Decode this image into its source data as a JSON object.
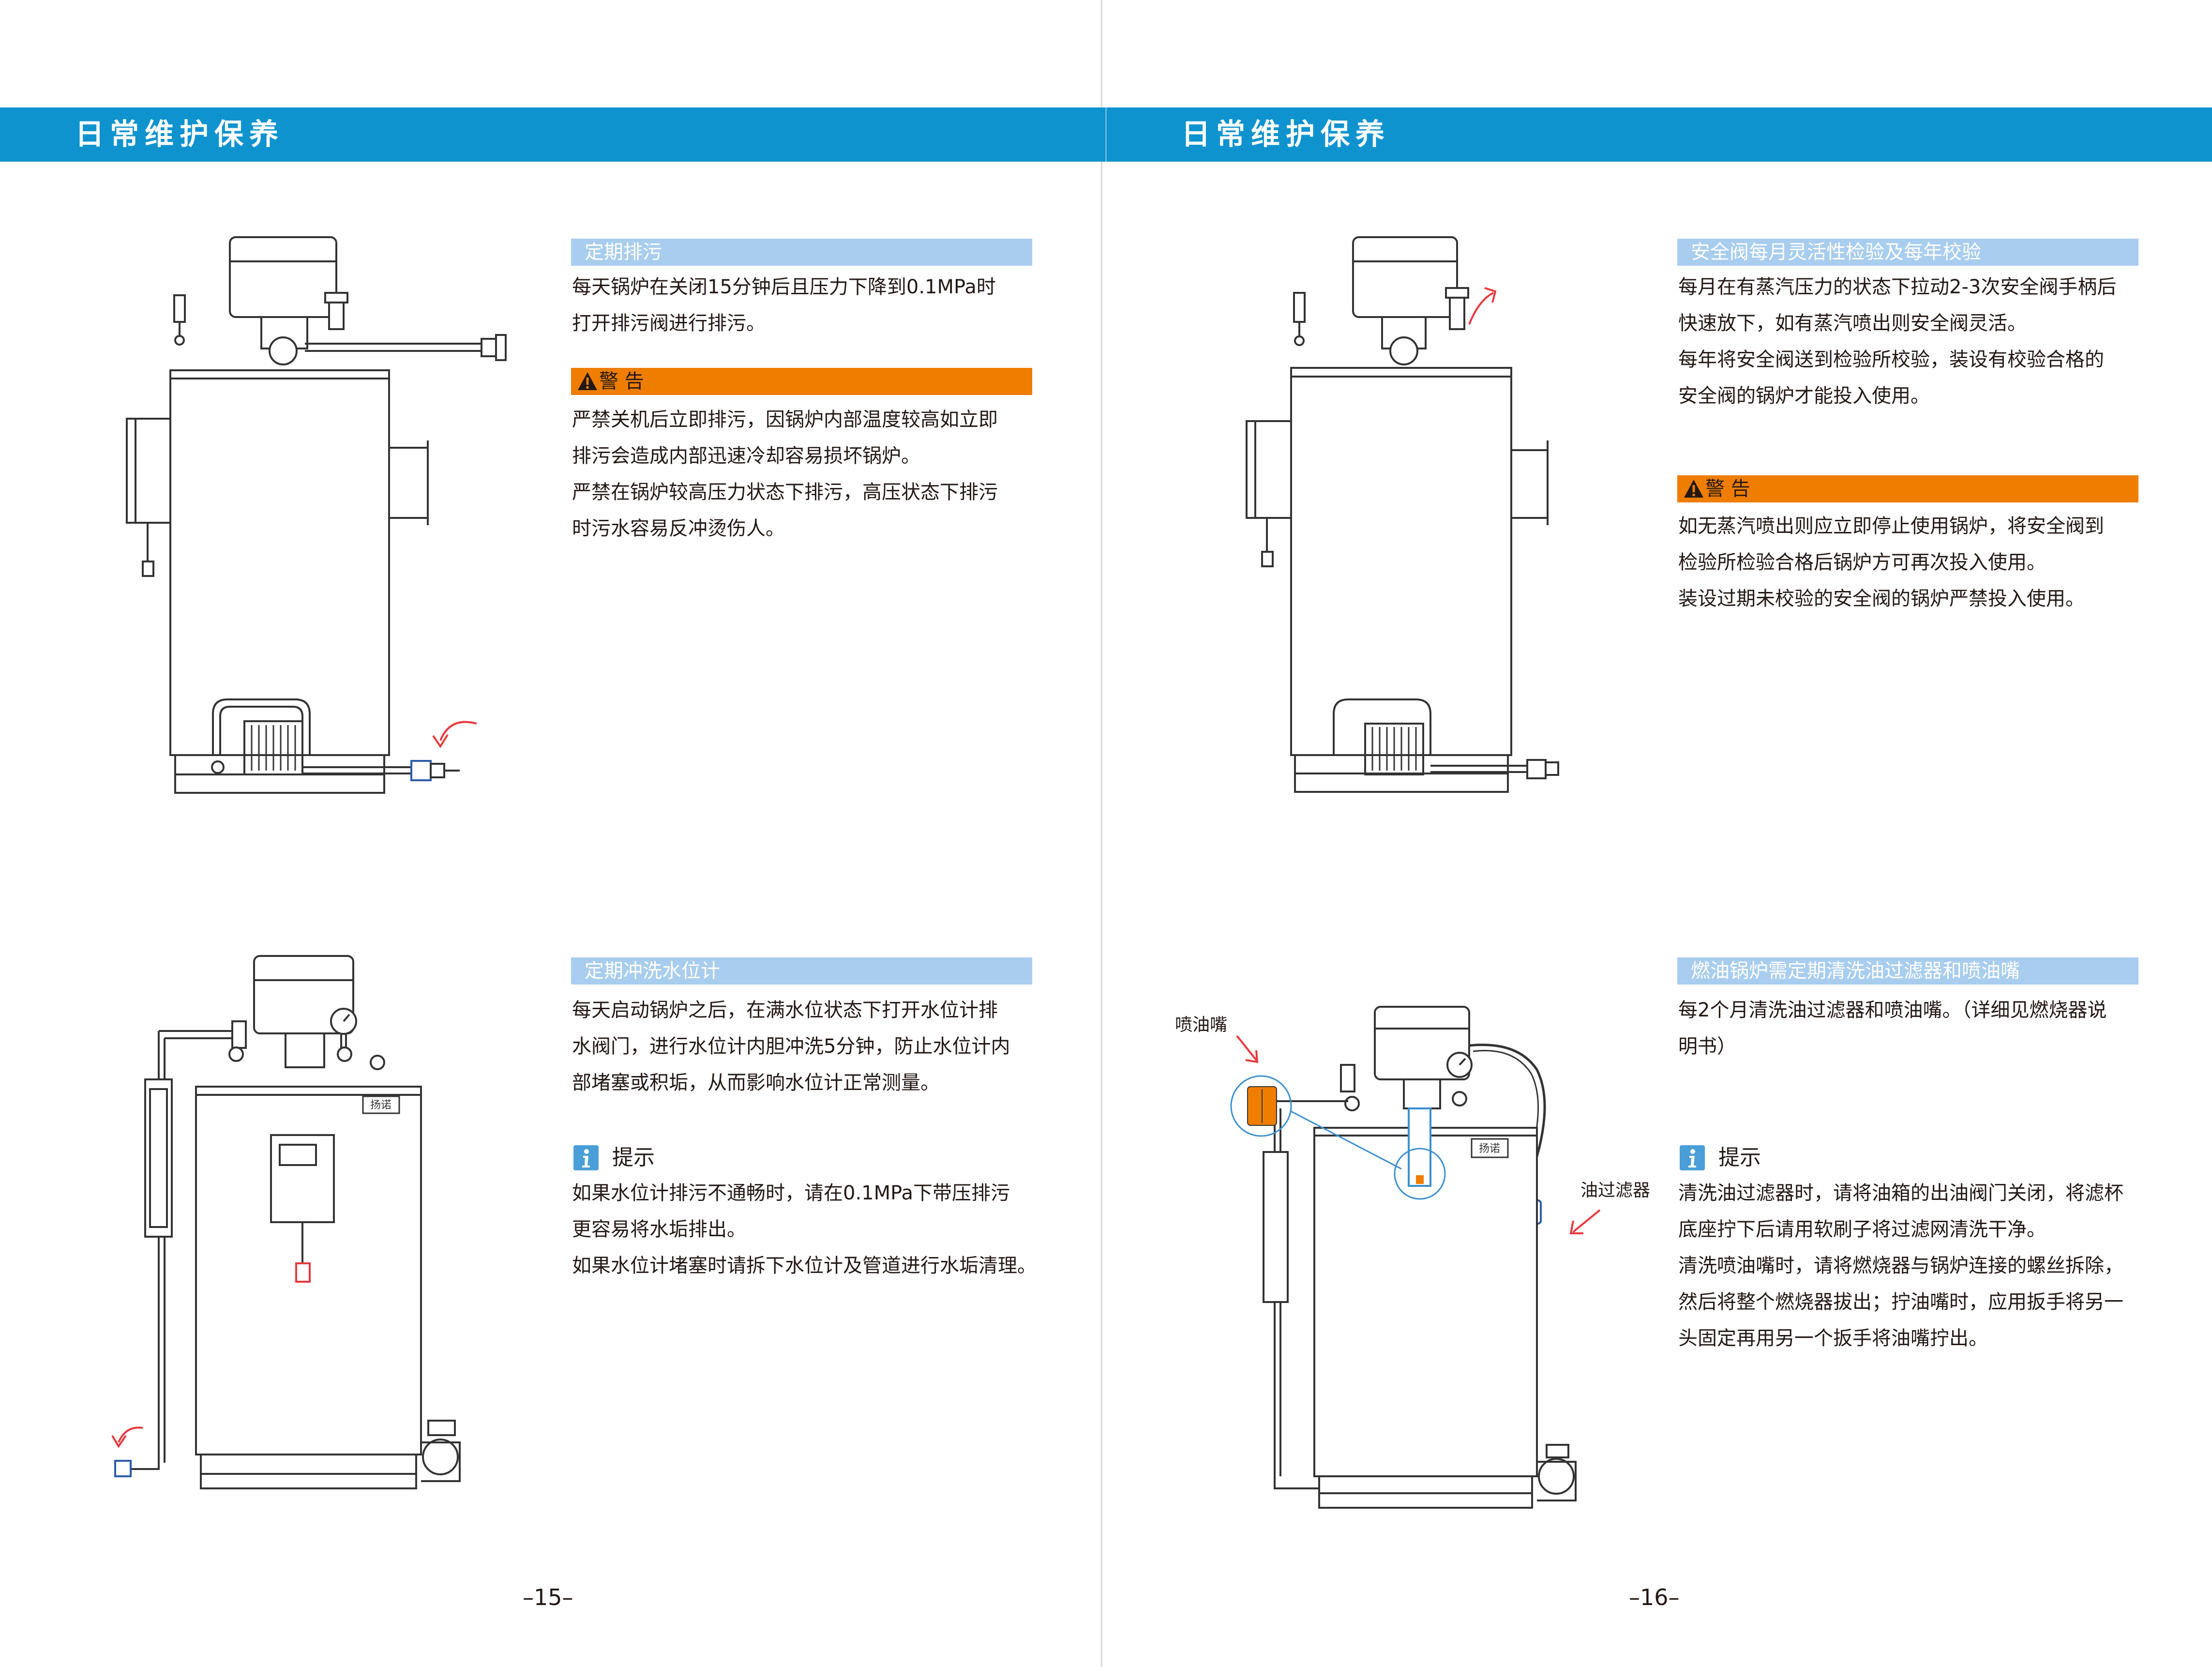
{
  "left": {
    "header_title": "日常维护保养",
    "sec1": {
      "title": "定期排污",
      "lines": [
        "每天锅炉在关闭15分钟后且压力下降到0.1MPa时",
        "打开排污阀进行排污。"
      ],
      "warning_label": "警 告",
      "warning_lines": [
        "严禁关机后立即排污，因锅炉内部温度较高如立即",
        "排污会造成内部迅速冷却容易损坏锅炉。",
        "严禁在锅炉较高压力状态下排污，高压状态下排污",
        "时污水容易反冲烫伤人。"
      ]
    },
    "sec2": {
      "title": "定期冲洗水位计",
      "lines": [
        "每天启动锅炉之后，在满水位状态下打开水位计排",
        "水阀门，进行水位计内胆冲洗5分钟，防止水位计内",
        "部堵塞或积垢，从而影响水位计正常测量。"
      ],
      "tip_label": "提示",
      "tip_lines": [
        "如果水位计排污不通畅时，请在0.1MPa下带压排污",
        "更容易将水垢排出。",
        "如果水位计堵塞时请拆下水位计及管道进行水垢清理。"
      ]
    },
    "brand_plate": "扬诺",
    "page_number": "–15–"
  },
  "right": {
    "header_title": "日常维护保养",
    "sec1": {
      "title": "安全阀每月灵活性检验及每年校验",
      "lines": [
        "每月在有蒸汽压力的状态下拉动2-3次安全阀手柄后",
        "快速放下，如有蒸汽喷出则安全阀灵活。",
        "每年将安全阀送到检验所校验，装设有校验合格的",
        "安全阀的锅炉才能投入使用。"
      ],
      "warning_label": "警 告",
      "warning_lines": [
        "如无蒸汽喷出则应立即停止使用锅炉，将安全阀到",
        "检验所检验合格后锅炉方可再次投入使用。",
        "装设过期未校验的安全阀的锅炉严禁投入使用。"
      ]
    },
    "sec2": {
      "title": "燃油锅炉需定期清洗油过滤器和喷油嘴",
      "lines": [
        "每2个月清洗油过滤器和喷油嘴。（详细见燃烧器说",
        "明书）"
      ],
      "tip_label": "提示",
      "tip_lines": [
        "清洗油过滤器时，请将油箱的出油阀门关闭，将滤杯",
        "底座拧下后请用软刷子将过滤网清洗干净。",
        "清洗喷油嘴时，请将燃烧器与锅炉连接的螺丝拆除，",
        "然后将整个燃烧器拔出；拧油嘴时，应用扳手将另一",
        "头固定再用另一个扳手将油嘴拧出。"
      ],
      "callout_nozzle": "喷油嘴",
      "callout_filter": "油过滤器"
    },
    "brand_plate": "扬诺",
    "page_number": "–16–"
  },
  "colors": {
    "header_band": "#0f93cf",
    "section_bar": "#a8cdee",
    "warning_bar": "#ee7d00",
    "tip_icon": "#4a9fd8",
    "arrow_red": "#e8383d",
    "nozzle_orange": "#ee7d00",
    "pipe_blue": "#3a8fcf"
  },
  "icons": {
    "warning": "warning-triangle-icon",
    "tip": "info-icon"
  }
}
